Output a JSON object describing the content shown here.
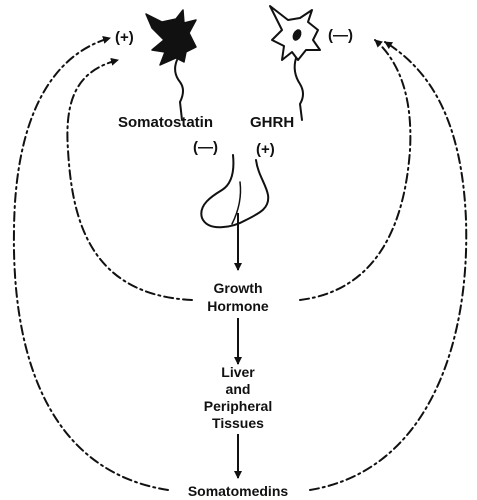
{
  "left_neuron_sign": "(+)",
  "right_neuron_sign": "(—)",
  "somatostatin_label": "Somatostatin",
  "ghrh_label": "GHRH",
  "somatostatin_sign": "(—)",
  "ghrh_sign": "(+)",
  "growth_hormone_line1": "Growth",
  "growth_hormone_line2": "Hormone",
  "liver_line1": "Liver",
  "liver_line2": "and",
  "liver_line3": "Peripheral",
  "liver_line4": "Tissues",
  "somatomedins_label": "Somatomedins",
  "colors": {
    "ink": "#111111",
    "background": "#ffffff"
  }
}
